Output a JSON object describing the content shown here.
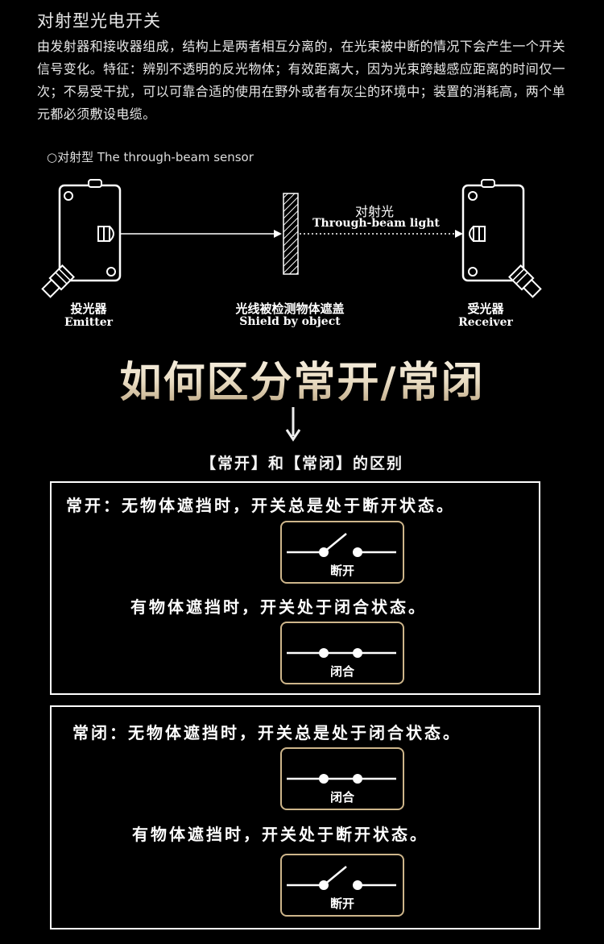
{
  "title": "对射型光电开关",
  "intro": "由发射器和接收器组成，结构上是两者相互分离的，在光束被中断的情况下会产生一个开关信号变化。特征：辨别不透明的反光物体；有效距离大，因为光束跨越感应距离的时间仅一次；不易受干扰，可以可靠合适的使用在野外或者有灰尘的环境中；装置的消耗高，两个单元都必须敷设电缆。",
  "diagram": {
    "sensor_label": "○对射型 The through-beam sensor",
    "beam_cn": "对射光",
    "beam_en": "Through-beam light",
    "emitter_cn": "投光器",
    "emitter_en": "Emitter",
    "shield_cn": "光线被检测物体遮盖",
    "shield_en": "Shield by object",
    "receiver_cn": "受光器",
    "receiver_en": "Receiver"
  },
  "heading": "如何区分常开/常闭",
  "subheading": "【常开】和【常闭】的区别",
  "no_section": {
    "statement1": "常开：无物体遮挡时，开关总是处于断开状态。",
    "switch1_label": "断开",
    "statement2": "有物体遮挡时，开关处于闭合状态。",
    "switch2_label": "闭合"
  },
  "nc_section": {
    "statement1": "常闭：无物体遮挡时，开关总是处于闭合状态。",
    "switch1_label": "闭合",
    "statement2": "有物体遮挡时，开关处于断开状态。",
    "switch2_label": "断开"
  },
  "colors": {
    "switch_border": "#cdb58a",
    "background": "#000000"
  }
}
